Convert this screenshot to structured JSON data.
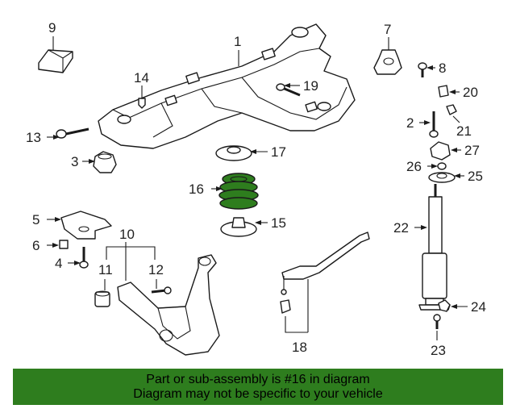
{
  "colors": {
    "highlight": "#2e7d1e",
    "banner_bg": "#2e7d1e",
    "line": "#1a1a1a"
  },
  "callouts": {
    "c1": "1",
    "c2": "2",
    "c3": "3",
    "c4": "4",
    "c5": "5",
    "c6": "6",
    "c7": "7",
    "c8": "8",
    "c9": "9",
    "c10": "10",
    "c11": "11",
    "c12": "12",
    "c13": "13",
    "c14": "14",
    "c15": "15",
    "c16": "16",
    "c17": "17",
    "c18": "18",
    "c19": "19",
    "c20": "20",
    "c21": "21",
    "c22": "22",
    "c23": "23",
    "c24": "24",
    "c25": "25",
    "c26": "26",
    "c27": "27"
  },
  "banner": {
    "line1": "Part or sub-assembly is #16 in diagram",
    "line2": "Diagram may not be specific to your vehicle"
  }
}
